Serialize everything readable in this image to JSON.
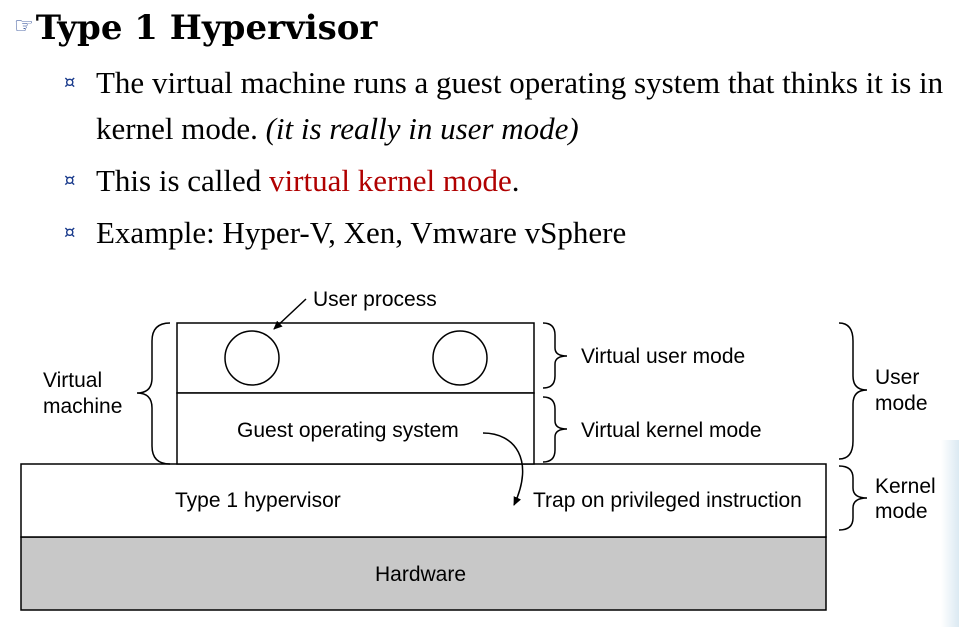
{
  "title": "Type 1 Hypervisor",
  "icons": {
    "title_icon": "pointing-hand-icon",
    "bullet_icon": "sparkle-bullet-icon"
  },
  "bullets": [
    {
      "text": "The virtual machine runs a guest operating system that thinks it is in kernel mode. ",
      "italic_text": "(it is really in user mode)"
    },
    {
      "prefix": "This is called ",
      "highlight": "virtual kernel mode",
      "suffix": "."
    },
    {
      "text": "Example: Hyper-V, Xen, Vmware vSphere"
    }
  ],
  "diagram": {
    "user_process": "User process",
    "virtual_machine_line1": "Virtual",
    "virtual_machine_line2": "machine",
    "guest_os": "Guest operating system",
    "virtual_user_mode": "Virtual user mode",
    "virtual_kernel_mode": "Virtual kernel mode",
    "user_mode_line1": "User",
    "user_mode_line2": "mode",
    "hypervisor": "Type 1 hypervisor",
    "trap": "Trap on privileged instruction",
    "kernel_mode_line1": "Kernel",
    "kernel_mode_line2": "mode",
    "hardware": "Hardware"
  },
  "colors": {
    "highlight": "#b00000",
    "bullet": "#1a3b8c",
    "hardware_fill": "#c8c8c8"
  }
}
